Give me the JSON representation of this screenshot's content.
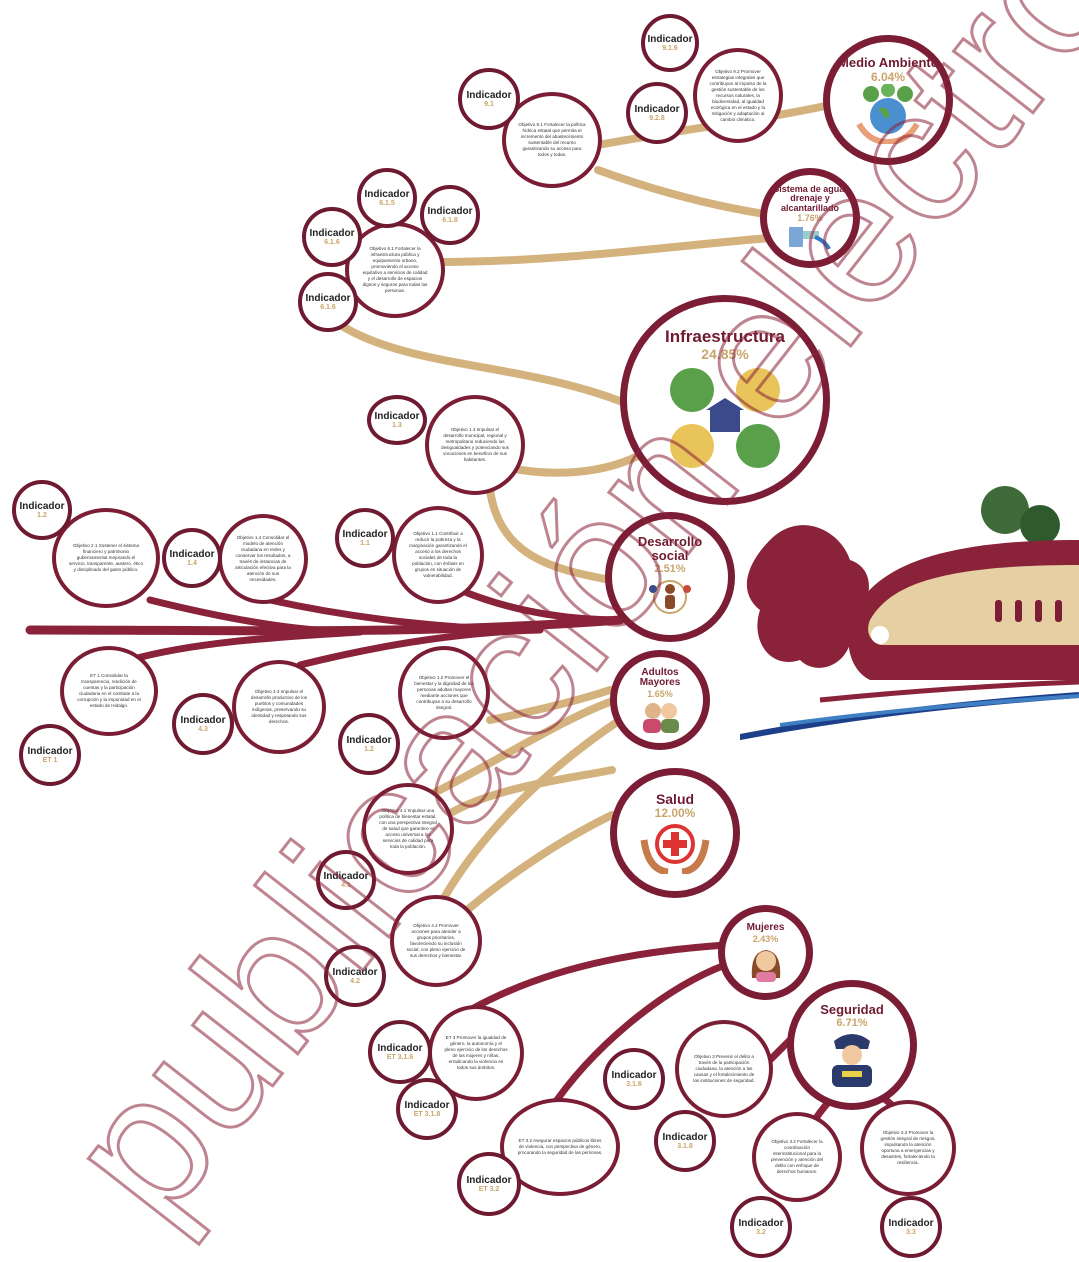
{
  "watermark": "publicación electrónica",
  "colors": {
    "maroon": "#7b1d34",
    "gold": "#c9a56b",
    "tan": "#d9b987"
  },
  "sectors": [
    {
      "id": "medio",
      "title": "Medio Ambiente",
      "pct": "6.04%",
      "icon": "earth-plants-icon"
    },
    {
      "id": "agua",
      "title": "Sistema de agua, drenaje y alcantarillado",
      "pct": "1.76%",
      "icon": "water-pipe-icon"
    },
    {
      "id": "infra",
      "title": "Infraestructura",
      "pct": "24.85%",
      "icon": "infrastructure-icon"
    },
    {
      "id": "social",
      "title": "Desarrollo social",
      "pct": "2.51%",
      "icon": "community-icon"
    },
    {
      "id": "adultos",
      "title": "Adultos Mayores",
      "pct": "1.65%",
      "icon": "elderly-couple-icon"
    },
    {
      "id": "salud",
      "title": "Salud",
      "pct": "12.00%",
      "icon": "health-hands-icon"
    },
    {
      "id": "mujeres",
      "title": "Mujeres",
      "pct": "2.43%",
      "icon": "woman-icon"
    },
    {
      "id": "seguridad",
      "title": "Seguridad",
      "pct": "6.71%",
      "icon": "police-officer-icon"
    }
  ],
  "indicator_label": "Indicador",
  "indicators": [
    "9.1.6",
    "9.2.8",
    "9.1",
    "6.1.5",
    "6.1.8",
    "6.1.6",
    "6.1.6",
    "1.3",
    "1.2",
    "1.4",
    "1.1",
    "ET 1",
    "4.3",
    "1.2",
    "4.1",
    "4.2",
    "ET 3.1.6",
    "ET 3.1.8",
    "3.1.6",
    "3.1.8",
    "ET 3.2",
    "3.2",
    "3.3"
  ],
  "objectives": [
    "Objetivo 9.2 Promover estrategias integrales que contribuyan al impulso de la gestión sustentable de los recursos naturales, la biodiversidad, al igualdad ecológica en el estado y la mitigación y adaptación al cambio climático.",
    "Objetivo 9.1 Fortalecer la política hídrica estatal que permita el incremento del abastecimiento sustentable del recurso garantizando su acceso para todos y todas.",
    "Objetivo 6.1 Fortalecer la infraestructura pública y equipamiento urbano, promoviendo el acceso equitativo a servicios de calidad y el desarrollo de espacios dignos y seguros para todas las personas.",
    "Objetivo 1.3 Impulsar el desarrollo municipal, regional y metropolitano reduciendo las desigualdades y potenciando sus vocaciones en beneficio de sus habitantes.",
    "Objetivo 2.1 Sostener el sistema financiero y patrimonio gubernamental mejorando el servicio, transparente, austero, ético y disciplinado del gasto público.",
    "Objetivo 1.4 Consolidar el modelo de atención ciudadana en redes y conservar los resultados, a través de instancias de articulación efectiva para la atención de sus necesidades.",
    "Objetivo 1.1 Contribuir a reducir la pobreza y la marginación garantizando el acceso a los derechos sociales de toda la población, con énfasis en grupos en situación de vulnerabilidad.",
    "ET 1 Consolidar la transparencia, rendición de cuentas y la participación ciudadana en el combate a la corrupción y la impunidad en el estado de Hidalgo.",
    "Objetivo 4.3 Impulsar el desarrollo productivo de los pueblos y comunidades indígenas, preservando su identidad y respetando sus derechos.",
    "Objetivo 1.2 Promover el bienestar y la dignidad de las personas adultas mayores mediante acciones que contribuyan a su desarrollo integral.",
    "Objetivo 4.1 Impulsar una política de bienestar estatal, con una perspectiva integral de salud que garantice el acceso universal a los servicios de calidad para toda la población.",
    "Objetivo 4.2 Promover acciones para atender a grupos prioritarios, favoreciendo su inclusión social, con pleno ejercicio de sus derechos y bienestar.",
    "ET 3 Promover la igualdad de género, la autonomía y el pleno ejercicio de los derechos de las mujeres y niñas, erradicando la violencia en todos sus ámbitos.",
    "Objetivo 3 Prevenir el delito a través de la participación ciudadana, la atención a las causas y el fortalecimiento de las instituciones de seguridad.",
    "ET 3.2 Asegurar espacios públicos libres de violencia, con perspectiva de género, procurando la seguridad de las personas.",
    "Objetivo 3.2 Fortalecer la coordinación interinstitucional para la prevención y atención del delito con enfoque de derechos humanos.",
    "Objetivo 3.3 Promover la gestión integral de riesgos, impulsando la atención oportuna a emergencias y desastres, fortaleciendo la resiliencia."
  ]
}
